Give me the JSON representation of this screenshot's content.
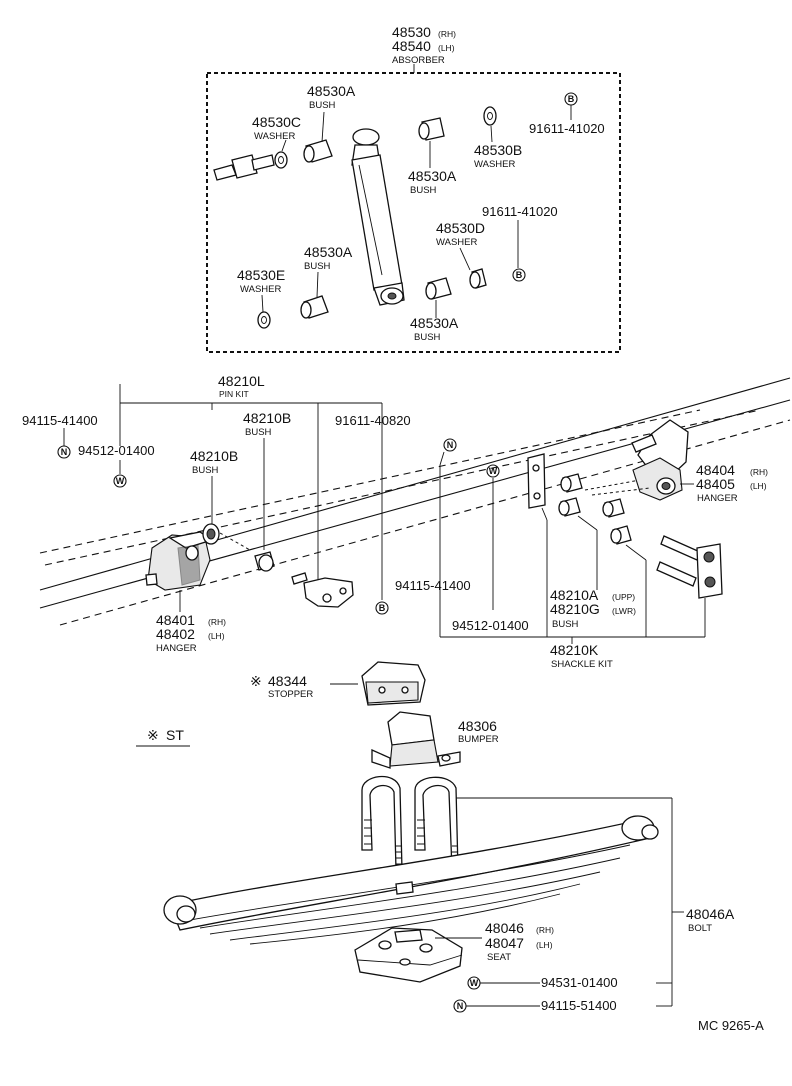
{
  "absorber": {
    "num_rh": "48530",
    "side_rh": "(RH)",
    "num_lh": "48540",
    "side_lh": "(LH)",
    "name": "ABSORBER",
    "bush_top_left": {
      "num": "48530A",
      "name": "BUSH"
    },
    "washer_c": {
      "num": "48530C",
      "name": "WASHER"
    },
    "washer_b": {
      "num": "48530B",
      "name": "WASHER"
    },
    "bush_top_right": {
      "num": "48530A",
      "name": "BUSH"
    },
    "bolt_top": "91611-41020",
    "bolt_mid": "91611-41020",
    "washer_d": {
      "num": "48530D",
      "name": "WASHER"
    },
    "bush_bottom_left": {
      "num": "48530A",
      "name": "BUSH"
    },
    "washer_e": {
      "num": "48530E",
      "name": "WASHER"
    },
    "bush_bottom_right": {
      "num": "48530A",
      "name": "BUSH"
    }
  },
  "pin_kit": {
    "num": "48210L",
    "name": "PIN KIT",
    "bolt": "94115-41400",
    "washer": "94512-01400",
    "bush1": {
      "num": "48210B",
      "name": "BUSH"
    },
    "bush2": {
      "num": "48210B",
      "name": "BUSH"
    },
    "pin": "91611-40820"
  },
  "hanger_front": {
    "num_rh": "48401",
    "side_rh": "(RH)",
    "num_lh": "48402",
    "side_lh": "(LH)",
    "name": "HANGER"
  },
  "hanger_rear": {
    "num_rh": "48404",
    "side_rh": "(RH)",
    "num_lh": "48405",
    "side_lh": "(LH)",
    "name": "HANGER"
  },
  "shackle_kit": {
    "num": "48210K",
    "name": "SHACKLE KIT",
    "bolt": "94115-41400",
    "washer": "94512-01400",
    "bush_upp": {
      "num": "48210A",
      "side": "(UPP)"
    },
    "bush_lwr": {
      "num": "48210G",
      "side": "(LWR)"
    },
    "bush_name": "BUSH"
  },
  "stopper": {
    "mark": "※",
    "num": "48344",
    "name": "STOPPER"
  },
  "st_note": {
    "mark": "※",
    "text": "ST"
  },
  "bumper": {
    "num": "48306",
    "name": "BUMPER"
  },
  "bolt_u": {
    "num": "48046A",
    "name": "BOLT"
  },
  "seat": {
    "num_rh": "48046",
    "side_rh": "(RH)",
    "num_lh": "48047",
    "side_lh": "(LH)",
    "name": "SEAT"
  },
  "bottom_washer": "94531-01400",
  "bottom_nut": "94115-51400",
  "symbols": {
    "b": "B",
    "n": "N",
    "w": "W"
  },
  "code": "MC  9265-A"
}
